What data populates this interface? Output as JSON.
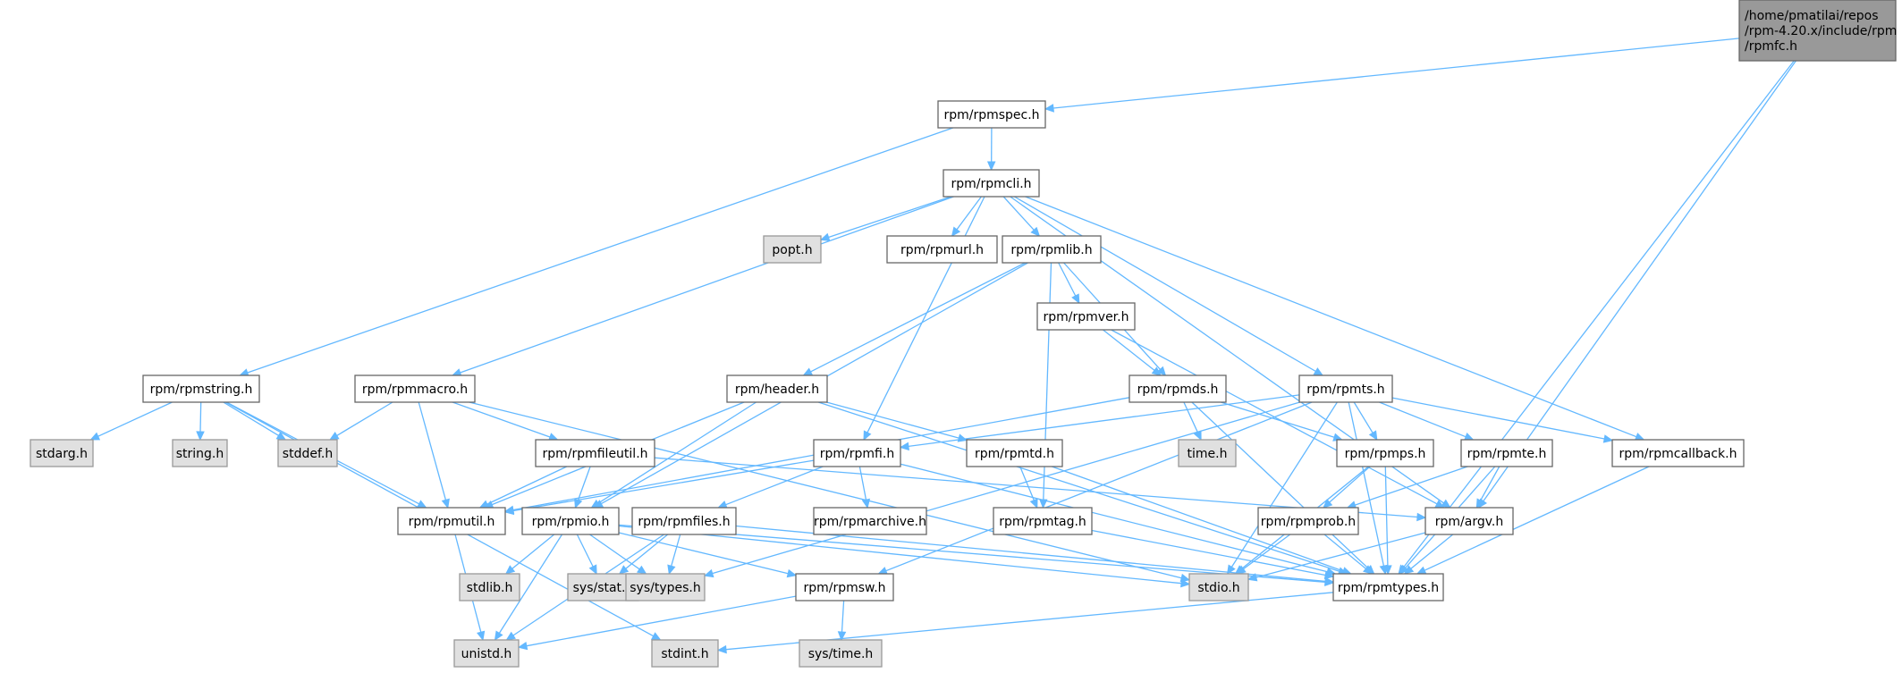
{
  "graph": {
    "colors": {
      "edge": "#63b8ff",
      "root_fill": "#999999",
      "internal_fill": "#ffffff",
      "external_fill": "#e0e0e0",
      "border": "#666666"
    },
    "nodes": [
      {
        "id": "rpmfc",
        "lines": [
          "/home/pmatilai/repos",
          "/rpm-4.20.x/include/rpm",
          "/rpmfc.h"
        ],
        "kind": "root"
      },
      {
        "id": "rpmspec",
        "lines": [
          "rpm/rpmspec.h"
        ],
        "kind": "internal"
      },
      {
        "id": "rpmcli",
        "lines": [
          "rpm/rpmcli.h"
        ],
        "kind": "internal"
      },
      {
        "id": "popt",
        "lines": [
          "popt.h"
        ],
        "kind": "external"
      },
      {
        "id": "rpmurl",
        "lines": [
          "rpm/rpmurl.h"
        ],
        "kind": "internal"
      },
      {
        "id": "rpmlib",
        "lines": [
          "rpm/rpmlib.h"
        ],
        "kind": "internal"
      },
      {
        "id": "rpmver",
        "lines": [
          "rpm/rpmver.h"
        ],
        "kind": "internal"
      },
      {
        "id": "rpmstring",
        "lines": [
          "rpm/rpmstring.h"
        ],
        "kind": "internal"
      },
      {
        "id": "rpmmacro",
        "lines": [
          "rpm/rpmmacro.h"
        ],
        "kind": "internal"
      },
      {
        "id": "header",
        "lines": [
          "rpm/header.h"
        ],
        "kind": "internal"
      },
      {
        "id": "rpmds",
        "lines": [
          "rpm/rpmds.h"
        ],
        "kind": "internal"
      },
      {
        "id": "rpmts",
        "lines": [
          "rpm/rpmts.h"
        ],
        "kind": "internal"
      },
      {
        "id": "stdarg",
        "lines": [
          "stdarg.h"
        ],
        "kind": "external"
      },
      {
        "id": "string",
        "lines": [
          "string.h"
        ],
        "kind": "external"
      },
      {
        "id": "stddef",
        "lines": [
          "stddef.h"
        ],
        "kind": "external"
      },
      {
        "id": "rpmfileutil",
        "lines": [
          "rpm/rpmfileutil.h"
        ],
        "kind": "internal"
      },
      {
        "id": "rpmfi",
        "lines": [
          "rpm/rpmfi.h"
        ],
        "kind": "internal"
      },
      {
        "id": "rpmtd",
        "lines": [
          "rpm/rpmtd.h"
        ],
        "kind": "internal"
      },
      {
        "id": "time",
        "lines": [
          "time.h"
        ],
        "kind": "external"
      },
      {
        "id": "rpmps",
        "lines": [
          "rpm/rpmps.h"
        ],
        "kind": "internal"
      },
      {
        "id": "rpmte",
        "lines": [
          "rpm/rpmte.h"
        ],
        "kind": "internal"
      },
      {
        "id": "rpmcallback",
        "lines": [
          "rpm/rpmcallback.h"
        ],
        "kind": "internal"
      },
      {
        "id": "rpmutil",
        "lines": [
          "rpm/rpmutil.h"
        ],
        "kind": "internal"
      },
      {
        "id": "rpmio",
        "lines": [
          "rpm/rpmio.h"
        ],
        "kind": "internal"
      },
      {
        "id": "rpmfiles",
        "lines": [
          "rpm/rpmfiles.h"
        ],
        "kind": "internal"
      },
      {
        "id": "rpmarchive",
        "lines": [
          "rpm/rpmarchive.h"
        ],
        "kind": "internal"
      },
      {
        "id": "rpmtag",
        "lines": [
          "rpm/rpmtag.h"
        ],
        "kind": "internal"
      },
      {
        "id": "rpmprob",
        "lines": [
          "rpm/rpmprob.h"
        ],
        "kind": "internal"
      },
      {
        "id": "argv",
        "lines": [
          "rpm/argv.h"
        ],
        "kind": "internal"
      },
      {
        "id": "stdlib",
        "lines": [
          "stdlib.h"
        ],
        "kind": "external"
      },
      {
        "id": "sysstat",
        "lines": [
          "sys/stat.h"
        ],
        "kind": "external"
      },
      {
        "id": "systypes",
        "lines": [
          "sys/types.h"
        ],
        "kind": "external"
      },
      {
        "id": "rpmsw",
        "lines": [
          "rpm/rpmsw.h"
        ],
        "kind": "internal"
      },
      {
        "id": "stdio",
        "lines": [
          "stdio.h"
        ],
        "kind": "external"
      },
      {
        "id": "rpmtypes",
        "lines": [
          "rpm/rpmtypes.h"
        ],
        "kind": "internal"
      },
      {
        "id": "unistd",
        "lines": [
          "unistd.h"
        ],
        "kind": "external"
      },
      {
        "id": "stdint",
        "lines": [
          "stdint.h"
        ],
        "kind": "external"
      },
      {
        "id": "systime",
        "lines": [
          "sys/time.h"
        ],
        "kind": "external"
      }
    ],
    "edges": [
      [
        "rpmfc",
        "rpmspec"
      ],
      [
        "rpmfc",
        "argv"
      ],
      [
        "rpmfc",
        "rpmtypes"
      ],
      [
        "rpmspec",
        "rpmstring"
      ],
      [
        "rpmspec",
        "rpmcli"
      ],
      [
        "rpmcli",
        "popt"
      ],
      [
        "rpmcli",
        "rpmurl"
      ],
      [
        "rpmcli",
        "rpmlib"
      ],
      [
        "rpmcli",
        "rpmmacro"
      ],
      [
        "rpmcli",
        "rpmts"
      ],
      [
        "rpmcli",
        "rpmfi"
      ],
      [
        "rpmcli",
        "rpmcallback"
      ],
      [
        "rpmcli",
        "argv"
      ],
      [
        "rpmlib",
        "rpmver"
      ],
      [
        "rpmlib",
        "rpmds"
      ],
      [
        "rpmlib",
        "header"
      ],
      [
        "rpmlib",
        "rpmio"
      ],
      [
        "rpmlib",
        "rpmtag"
      ],
      [
        "rpmver",
        "rpmds"
      ],
      [
        "rpmver",
        "argv"
      ],
      [
        "rpmstring",
        "stdarg"
      ],
      [
        "rpmstring",
        "string"
      ],
      [
        "rpmstring",
        "stddef"
      ],
      [
        "rpmstring",
        "rpmutil"
      ],
      [
        "rpmstring",
        "stdint"
      ],
      [
        "rpmmacro",
        "stddef"
      ],
      [
        "rpmmacro",
        "rpmfileutil"
      ],
      [
        "rpmmacro",
        "rpmutil"
      ],
      [
        "rpmmacro",
        "stdio"
      ],
      [
        "header",
        "rpmutil"
      ],
      [
        "header",
        "rpmio"
      ],
      [
        "header",
        "rpmtd"
      ],
      [
        "header",
        "rpmtypes"
      ],
      [
        "rpmds",
        "time"
      ],
      [
        "rpmds",
        "rpmps"
      ],
      [
        "rpmds",
        "rpmutil"
      ],
      [
        "rpmds",
        "rpmtypes"
      ],
      [
        "rpmts",
        "rpmfi"
      ],
      [
        "rpmts",
        "rpmps"
      ],
      [
        "rpmts",
        "rpmte"
      ],
      [
        "rpmts",
        "rpmcallback"
      ],
      [
        "rpmts",
        "rpmtypes"
      ],
      [
        "rpmts",
        "rpmsw"
      ],
      [
        "rpmts",
        "systypes"
      ],
      [
        "rpmts",
        "stdio"
      ],
      [
        "rpmfileutil",
        "rpmutil"
      ],
      [
        "rpmfileutil",
        "rpmio"
      ],
      [
        "rpmfileutil",
        "argv"
      ],
      [
        "rpmfi",
        "rpmutil"
      ],
      [
        "rpmfi",
        "rpmfiles"
      ],
      [
        "rpmfi",
        "rpmarchive"
      ],
      [
        "rpmfi",
        "rpmtypes"
      ],
      [
        "rpmtd",
        "rpmtag"
      ],
      [
        "rpmtd",
        "rpmtypes"
      ],
      [
        "rpmps",
        "rpmprob"
      ],
      [
        "rpmps",
        "stdio"
      ],
      [
        "rpmps",
        "rpmtypes"
      ],
      [
        "rpmte",
        "argv"
      ],
      [
        "rpmte",
        "rpmtypes"
      ],
      [
        "rpmte",
        "rpmprob"
      ],
      [
        "rpmcallback",
        "rpmtypes"
      ],
      [
        "rpmutil",
        "unistd"
      ],
      [
        "rpmio",
        "stdlib"
      ],
      [
        "rpmio",
        "sysstat"
      ],
      [
        "rpmio",
        "systypes"
      ],
      [
        "rpmio",
        "rpmsw"
      ],
      [
        "rpmio",
        "stdio"
      ],
      [
        "rpmio",
        "rpmtypes"
      ],
      [
        "rpmio",
        "unistd"
      ],
      [
        "rpmfiles",
        "sysstat"
      ],
      [
        "rpmfiles",
        "systypes"
      ],
      [
        "rpmfiles",
        "unistd"
      ],
      [
        "rpmfiles",
        "rpmtypes"
      ],
      [
        "rpmtag",
        "rpmtypes"
      ],
      [
        "rpmprob",
        "stdio"
      ],
      [
        "rpmprob",
        "rpmtypes"
      ],
      [
        "argv",
        "stdio"
      ],
      [
        "argv",
        "rpmtypes"
      ],
      [
        "rpmsw",
        "unistd"
      ],
      [
        "rpmsw",
        "systime"
      ],
      [
        "rpmtypes",
        "stdint"
      ]
    ]
  }
}
